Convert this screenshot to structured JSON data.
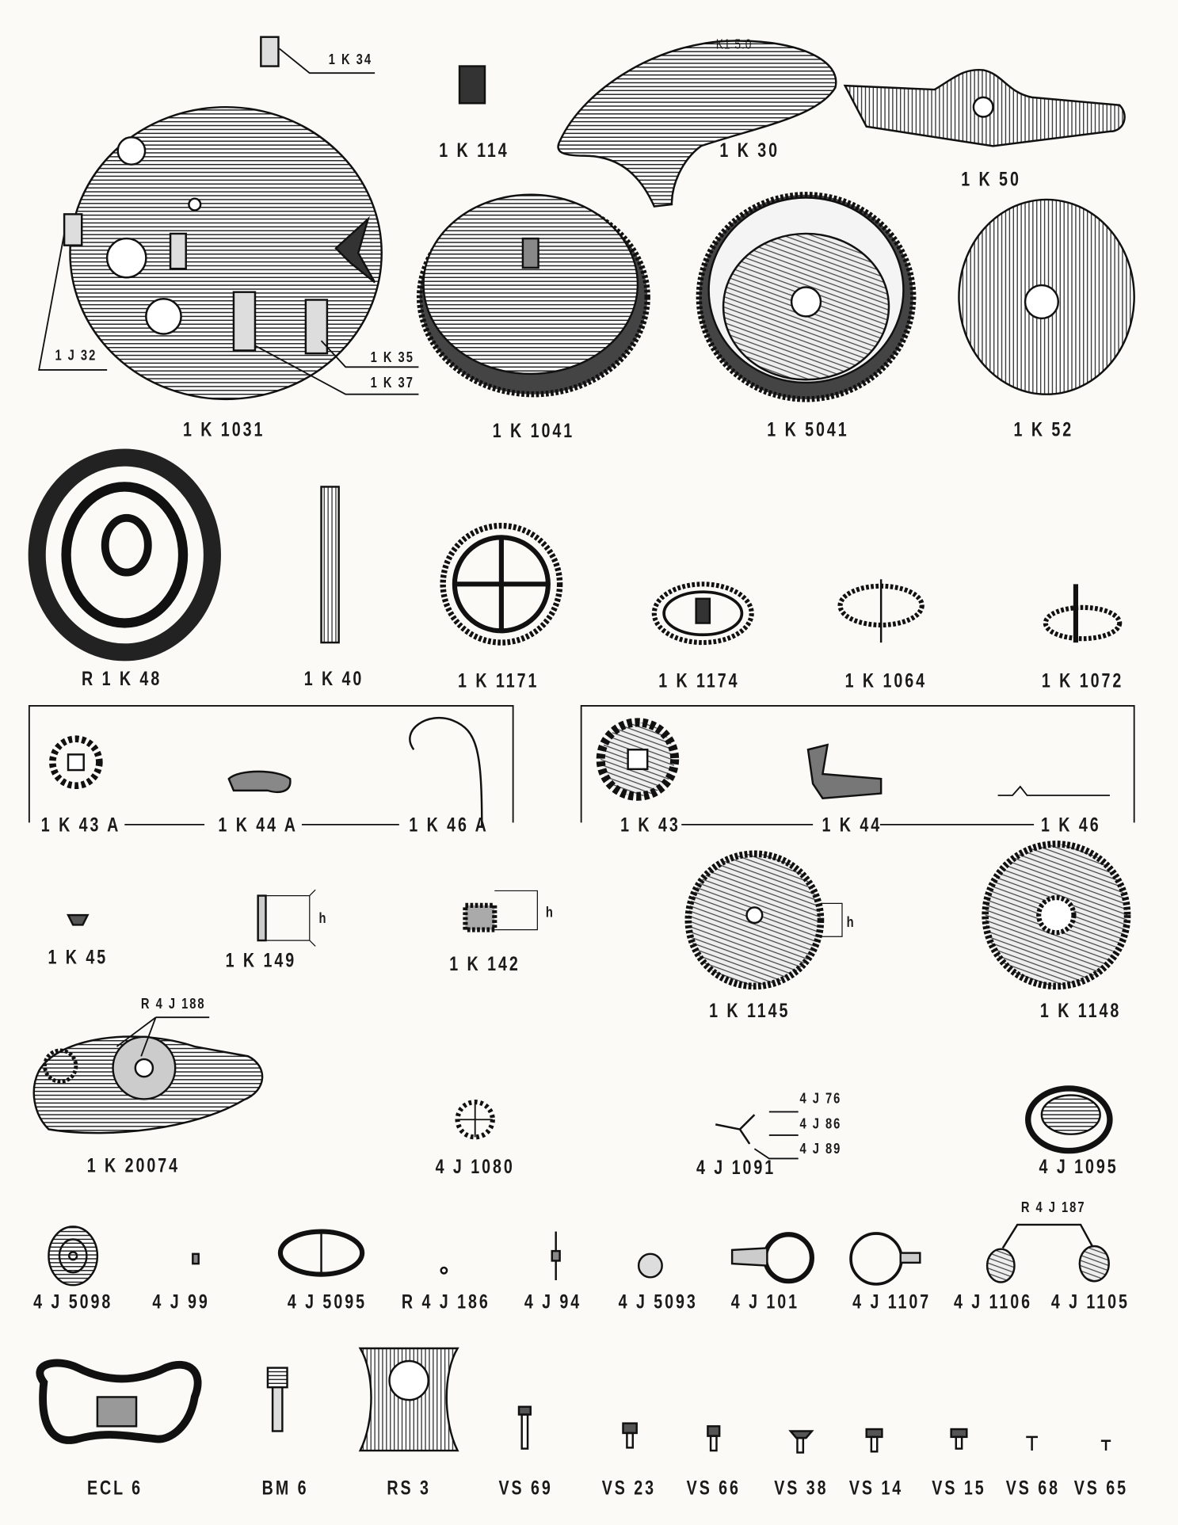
{
  "row1": {
    "p34": "1 K 34",
    "p114": "1 K 114",
    "p30": "1 K 30",
    "stamp30": "K1  5.0",
    "p50": "1 K 50",
    "p32": "1 J 32",
    "p35": "1 K 35",
    "p37": "1 K 37",
    "p1031": "1 K 1031",
    "p1041": "1 K 1041",
    "p5041": "1 K 5041",
    "p52": "1 K 52"
  },
  "row2": {
    "p48": "R 1 K 48",
    "p40": "1 K 40",
    "p1171": "1 K 1171",
    "p1174": "1 K 1174",
    "p1064": "1 K 1064",
    "p1072": "1 K 1072"
  },
  "row3": {
    "p43a": "1 K 43 A",
    "p44a": "1 K 44 A",
    "p46a": "1 K 46 A",
    "p43": "1 K 43",
    "p44": "1 K 44",
    "p46": "1 K 46"
  },
  "row4": {
    "p45": "1 K 45",
    "p149": "1 K 149",
    "p142": "1 K 142",
    "p1145": "1 K 1145",
    "p1148": "1 K 1148",
    "h": "h"
  },
  "row5": {
    "p188": "R 4 J 188",
    "p20074": "1 K 20074",
    "p1080": "4 J 1080",
    "p76": "4 J 76",
    "p86": "4 J 86",
    "p89": "4 J 89",
    "p1091": "4 J 1091",
    "p1095": "4 J 1095"
  },
  "row6": {
    "p187": "R 4 J 187",
    "p5098": "4 J 5098",
    "p99": "4 J 99",
    "p5095": "4 J 5095",
    "p186": "R 4 J 186",
    "p94": "4 J 94",
    "p5093": "4 J 5093",
    "p101": "4 J 101",
    "p1107": "4 J 1107",
    "p1106": "4 J 1106",
    "p1105": "4 J 1105"
  },
  "row7": {
    "ecl6": "ECL 6",
    "bm6": "BM 6",
    "rs3": "RS 3",
    "vs69": "VS 69",
    "vs23": "VS 23",
    "vs66": "VS 66",
    "vs38": "VS 38",
    "vs14": "VS 14",
    "vs15": "VS 15",
    "vs68": "VS 68",
    "vs65": "VS 65"
  }
}
